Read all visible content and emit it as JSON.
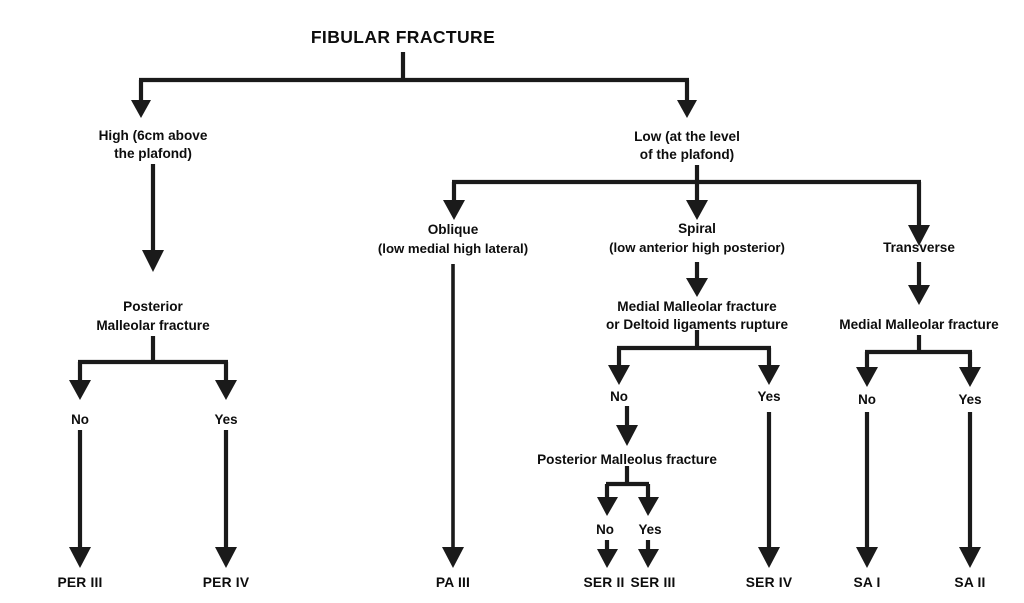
{
  "diagram": {
    "title": "FIBULAR FRACTURE",
    "type": "decision-tree-flowchart",
    "colors": {
      "background": "#ffffff",
      "line": "#1a1a1a",
      "text": "#0d0d0d"
    },
    "nodes": {
      "root": "FIBULAR FRACTURE",
      "high_level1": "High (6cm above",
      "high_level2": "the plafond)",
      "low_level1": "Low (at the level",
      "low_level2": "of the plafond)",
      "posterior_malleolar1": "Posterior",
      "posterior_malleolar2": "Malleolar fracture",
      "oblique1": "Oblique",
      "oblique2": "(low medial high lateral)",
      "spiral1": "Spiral",
      "spiral2": "(low anterior high posterior)",
      "transverse": "Transverse",
      "medial_deltoid1": "Medial Malleolar fracture",
      "medial_deltoid2": "or Deltoid ligaments rupture",
      "medial_malleolar": "Medial Malleolar fracture",
      "posterior_malleolus": "Posterior Malleolus fracture"
    },
    "decisions": {
      "per_no": "No",
      "per_yes": "Yes",
      "spiral_no": "No",
      "spiral_yes": "Yes",
      "pm_no": "No",
      "pm_yes": "Yes",
      "sa_no": "No",
      "sa_yes": "Yes"
    },
    "terminals": {
      "per3": "PER III",
      "per4": "PER IV",
      "pa3": "PA III",
      "ser2": "SER II",
      "ser3": "SER III",
      "ser4": "SER IV",
      "sa1": "SA I",
      "sa2": "SA II"
    }
  }
}
